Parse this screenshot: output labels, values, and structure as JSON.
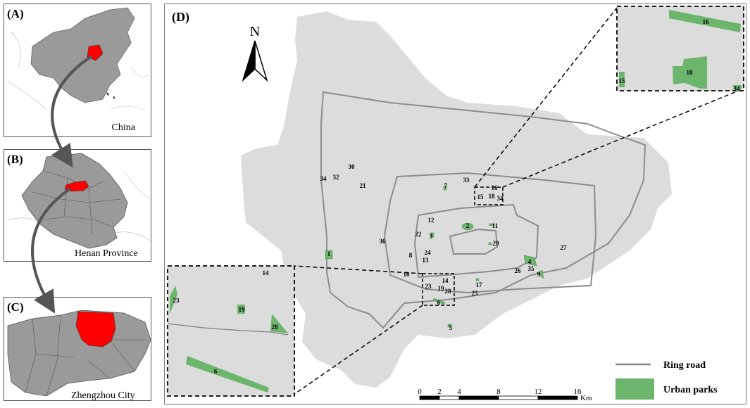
{
  "panels": {
    "a": {
      "letter": "(A)",
      "caption": "China"
    },
    "b": {
      "letter": "(B)",
      "caption": "Henan Province"
    },
    "c": {
      "letter": "(C)",
      "caption": "Zhengzhou City"
    },
    "d": {
      "letter": "(D)"
    }
  },
  "north_label": "N",
  "legend": {
    "ring_road": "Ring road",
    "urban_parks": "Urban parks"
  },
  "scale_bar": {
    "ticks": [
      "0",
      "2",
      "4",
      "8",
      "12",
      "16"
    ],
    "unit": "Km"
  },
  "colors": {
    "city_fill": "#dcdcdc",
    "region_fill": "#9a9a9a",
    "highlight": "#ff0000",
    "park_green": "#6cb56c",
    "ring_road": "#8c8c8c"
  },
  "park_labels": [
    {
      "id": "30"
    },
    {
      "id": "34"
    },
    {
      "id": "32"
    },
    {
      "id": "21"
    },
    {
      "id": "33"
    },
    {
      "id": "7"
    },
    {
      "id": "16"
    },
    {
      "id": "15"
    },
    {
      "id": "18"
    },
    {
      "id": "34"
    },
    {
      "id": "12"
    },
    {
      "id": "2"
    },
    {
      "id": "11"
    },
    {
      "id": "22"
    },
    {
      "id": "3"
    },
    {
      "id": "36"
    },
    {
      "id": "29"
    },
    {
      "id": "27"
    },
    {
      "id": "24"
    },
    {
      "id": "8"
    },
    {
      "id": "13"
    },
    {
      "id": "1"
    },
    {
      "id": "4"
    },
    {
      "id": "35"
    },
    {
      "id": "26"
    },
    {
      "id": "9"
    },
    {
      "id": "10"
    },
    {
      "id": "14"
    },
    {
      "id": "23"
    },
    {
      "id": "19"
    },
    {
      "id": "28"
    },
    {
      "id": "17"
    },
    {
      "id": "25"
    },
    {
      "id": "6"
    },
    {
      "id": "5"
    }
  ],
  "inset_top_labels": [
    "16",
    "18",
    "15",
    "34"
  ],
  "inset_bottom_labels": [
    "14",
    "23",
    "19",
    "28",
    "6"
  ]
}
